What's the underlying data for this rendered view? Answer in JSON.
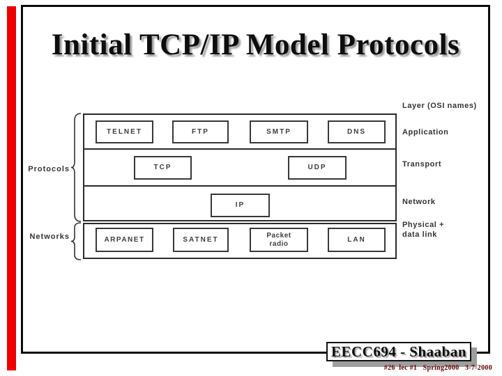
{
  "slide": {
    "title": "Initial TCP/IP Model Protocols",
    "footer_badge": "EECC694 - Shaaban",
    "footer_note": "#26  lec #1   Spring2000   3-7-2000"
  },
  "diagram": {
    "left_labels": {
      "protocols": "Protocols",
      "networks": "Networks"
    },
    "right_labels": {
      "header": "Layer (OSI names)",
      "application": "Application",
      "transport": "Transport",
      "network": "Network",
      "physical": "Physical + data link"
    },
    "boxes": {
      "telnet": "TELNET",
      "ftp": "FTP",
      "smtp": "SMTP",
      "dns": "DNS",
      "tcp": "TCP",
      "udp": "UDP",
      "ip": "IP",
      "arpanet": "ARPANET",
      "satnet": "SATNET",
      "packet_radio": "Packet radio",
      "lan": "LAN"
    }
  },
  "colors": {
    "accent_red": "#ee0000",
    "frame_black": "#0a0a0a",
    "diagram_line": "#2b2b2b",
    "badge_shadow_gray": "#9e9e9e",
    "title_shadow_gray": "#9a9a9a",
    "footer_note_maroon": "#600000"
  }
}
